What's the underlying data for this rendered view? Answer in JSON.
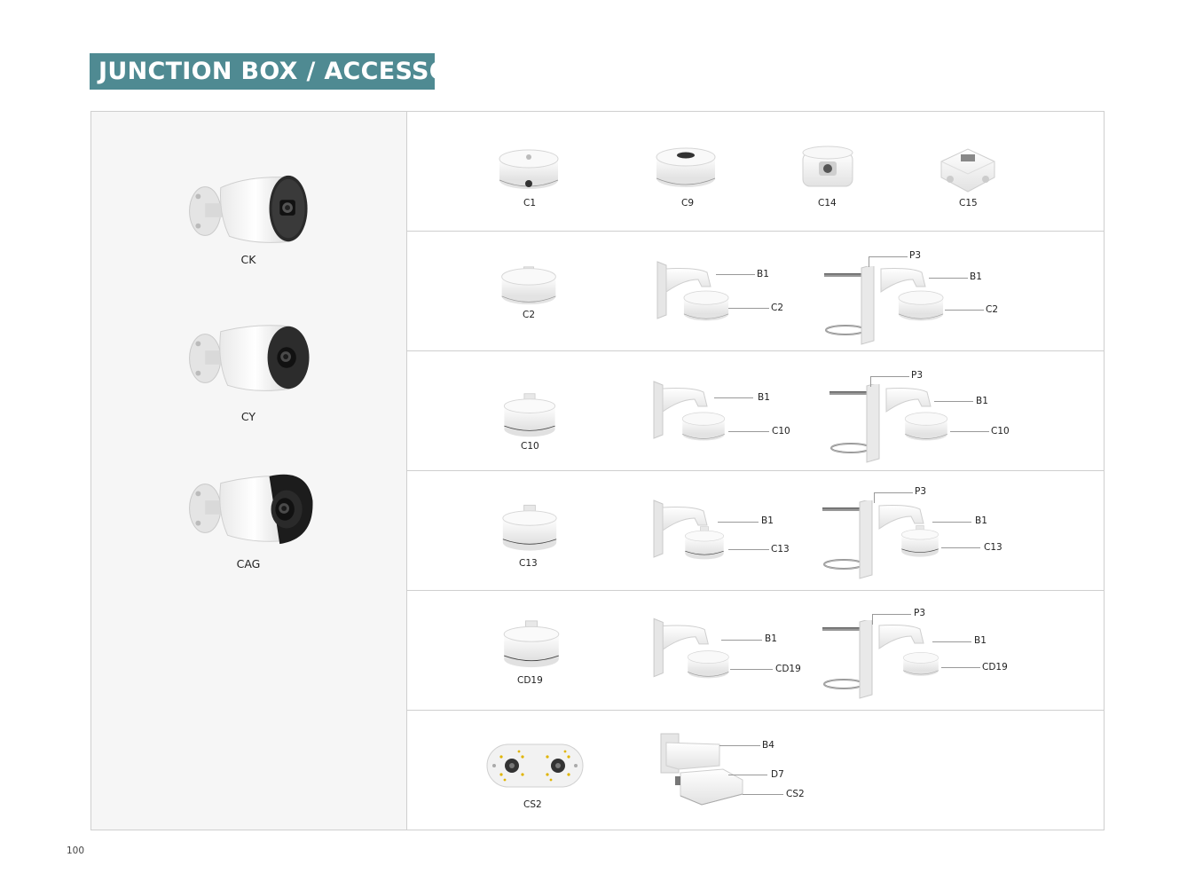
{
  "header": {
    "title": "JUNCTION BOX / ACCESSORY"
  },
  "cameras": [
    {
      "label": "CK",
      "icon": "bullet-camera-icon"
    },
    {
      "label": "CY",
      "icon": "bullet-camera-icon"
    },
    {
      "label": "CAG",
      "icon": "bullet-camera-black-icon"
    }
  ],
  "rows": [
    {
      "items": [
        "C1",
        "C9",
        "C14",
        "C15"
      ]
    },
    {
      "single": "C2",
      "wall": {
        "bracket": "B1",
        "box": "C2"
      },
      "pole": {
        "pole": "P3",
        "bracket": "B1",
        "box": "C2"
      }
    },
    {
      "single": "C10",
      "wall": {
        "bracket": "B1",
        "box": "C10"
      },
      "pole": {
        "pole": "P3",
        "bracket": "B1",
        "box": "C10"
      }
    },
    {
      "single": "C13",
      "wall": {
        "bracket": "B1",
        "box": "C13"
      },
      "pole": {
        "pole": "P3",
        "bracket": "B1",
        "box": "C13"
      }
    },
    {
      "single": "CD19",
      "wall": {
        "bracket": "B1",
        "box": "CD19"
      },
      "pole": {
        "pole": "P3",
        "bracket": "B1",
        "box": "CD19"
      }
    },
    {
      "single": "CS2",
      "assembly": {
        "bracket": "B4",
        "adapter": "D7",
        "box": "CS2"
      }
    }
  ],
  "footer": {
    "page_number": "100"
  }
}
